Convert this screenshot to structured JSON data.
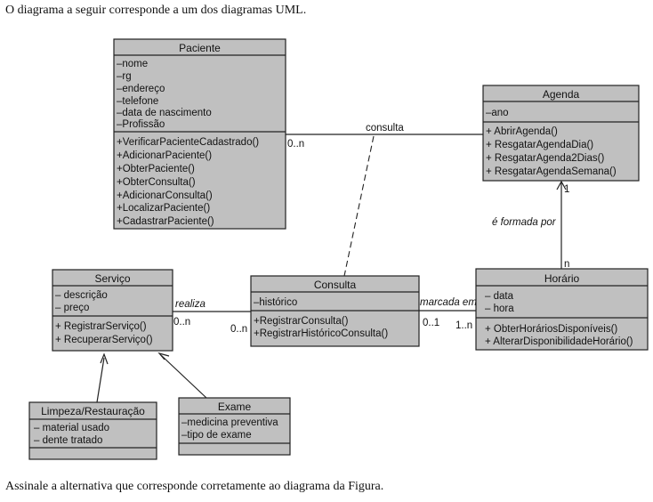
{
  "question": {
    "intro": "O diagrama a seguir corresponde a um dos diagramas UML.",
    "outro": "Assinale a alternativa que corresponde corretamente ao diagrama da Figura."
  },
  "classes": {
    "paciente": {
      "name": "Paciente",
      "attributes": [
        "–nome",
        "–rg",
        "–endereço",
        "–telefone",
        "–data de nascimento",
        "–Profissão"
      ],
      "operations": [
        "+VerificarPacienteCadastrado()",
        "+AdicionarPaciente()",
        "+ObterPaciente()",
        "+ObterConsulta()",
        "+AdicionarConsulta()",
        "+LocalizarPaciente()",
        "+CadastrarPaciente()"
      ]
    },
    "agenda": {
      "name": "Agenda",
      "attributes": [
        "–ano"
      ],
      "operations": [
        "+ AbrirAgenda()",
        "+ ResgatarAgendaDia()",
        "+ ResgatarAgenda2Dias()",
        "+ ResgatarAgendaSemana()"
      ]
    },
    "servico": {
      "name": "Serviço",
      "attributes": [
        "– descrição",
        "– preço"
      ],
      "operations": [
        "+ RegistrarServiço()",
        "+ RecuperarServiço()"
      ]
    },
    "consulta": {
      "name": "Consulta",
      "attributes": [
        "–histórico"
      ],
      "operations": [
        "+RegistrarConsulta()",
        "+RegistrarHistóricoConsulta()"
      ]
    },
    "horario": {
      "name": "Horário",
      "attributes": [
        "– data",
        "– hora"
      ],
      "operations": [
        "+ ObterHoráriosDisponíveis()",
        "+ AlterarDisponibilidadeHorário()"
      ]
    },
    "limpeza": {
      "name": "Limpeza/Restauração",
      "attributes": [
        "– material usado",
        "– dente tratado"
      ],
      "operations": []
    },
    "exame": {
      "name": "Exame",
      "attributes": [
        "–medicina preventiva",
        "–tipo de exame"
      ],
      "operations": []
    }
  },
  "associations": {
    "consulta_label": "consulta",
    "paciente_mult": "0..n",
    "formada_label": "é formada por",
    "agenda_mult": "1",
    "horario_top_mult": "n",
    "realiza_label": "realiza",
    "servico_mult": "0..n",
    "consulta_left_mult": "0..n",
    "marcada_label": "marcada em",
    "consulta_right_mult": "0..1",
    "horario_left_mult": "1..n"
  }
}
